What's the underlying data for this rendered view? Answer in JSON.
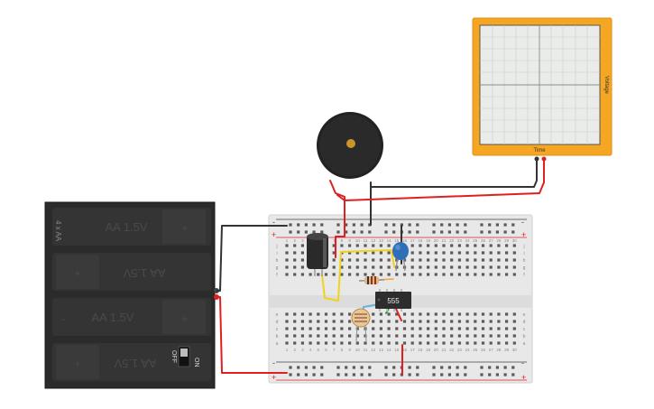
{
  "battery": {
    "title": "4 x AA",
    "cells": [
      "AA 1.5V",
      "AA 1.5V",
      "AA 1.5V",
      "AA 1.5V"
    ],
    "plus": "+",
    "minus": "-",
    "switch_off": "OFF",
    "switch_on": "ON"
  },
  "oscilloscope": {
    "x_label": "Time",
    "y_label": "Voltage"
  },
  "ic": {
    "label": "555"
  },
  "breadboard": {
    "rail_plus": "+",
    "rail_minus": "-",
    "row_letters_top": [
      "j",
      "i",
      "h",
      "g",
      "f"
    ],
    "row_letters_bottom": [
      "e",
      "d",
      "c",
      "b",
      "a"
    ],
    "column_numbers": [
      "1",
      "2",
      "3",
      "4",
      "5",
      "6",
      "7",
      "8",
      "9",
      "10",
      "11",
      "12",
      "13",
      "14",
      "15",
      "16",
      "17",
      "18",
      "19",
      "20",
      "21",
      "22",
      "23",
      "24",
      "25",
      "26",
      "27",
      "28",
      "29",
      "30"
    ]
  },
  "colors": {
    "battery_body": "#2b2b2b",
    "scope_frame": "#f5a623",
    "scope_screen": "#e9ece9",
    "wire_red": "#e02020",
    "wire_black": "#333333",
    "wire_yellow": "#f2d21b",
    "wire_green": "#2aa84a",
    "wire_blue": "#6ab0d8",
    "breadboard": "#e8e8e8",
    "buzzer": "#222222",
    "ic_body": "#2d2d2d",
    "capacitor_ceramic": "#2f6fb8"
  }
}
